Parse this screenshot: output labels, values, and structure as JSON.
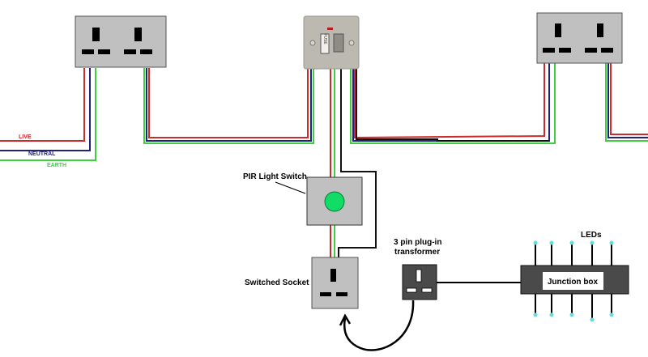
{
  "colors": {
    "live": "#cc2b2b",
    "neutral": "#22227a",
    "earth": "#3ecf3e",
    "switch_wire": "#111111",
    "socket_fill": "#c0c0c0",
    "socket_border": "#555555",
    "pin": "#000000",
    "transformer_fill": "#4a4a4a",
    "pir_lens": "#11dd66",
    "fuse_plate": "#b9b6ae",
    "junction_fill": "#4a4a4a",
    "led_tip": "#66dddd"
  },
  "wire_labels": {
    "live": "LIVE",
    "neutral": "NEUTRAL",
    "earth": "EARTH"
  },
  "fused_spur": {
    "fuse_text": "FUSE"
  },
  "components": {
    "pir_switch": "PIR Light Switch",
    "switched_socket": "Switched Socket",
    "transformer_line1": "3 pin plug-in",
    "transformer_line2": "transformer",
    "leds": "LEDs",
    "junction_box": "Junction box"
  },
  "led_count_top": 5,
  "led_count_bottom": 5
}
